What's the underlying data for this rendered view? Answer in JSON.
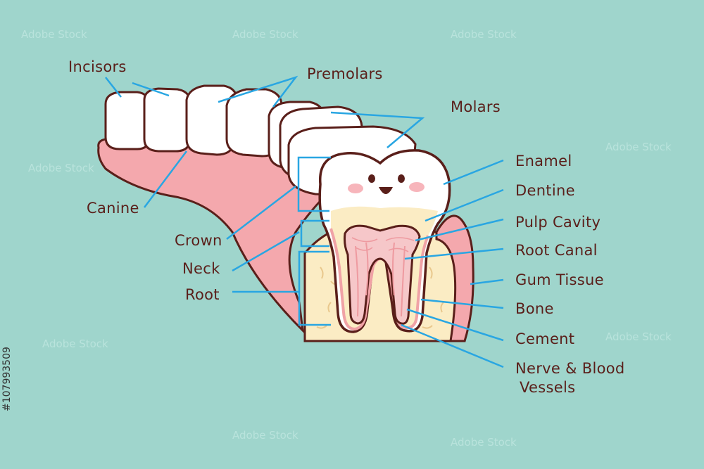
{
  "colors": {
    "background": "#9fd5cc",
    "label_text": "#5a1f1a",
    "leader_line": "#29a6e2",
    "outline": "#5a1f1a",
    "enamel": "#ffffff",
    "gum": "#f4a8ad",
    "dentine_bone": "#fbecc4",
    "pulp": "#f6c7c9"
  },
  "labels": {
    "incisors": "Incisors",
    "premolars": "Premolars",
    "molars": "Molars",
    "canine": "Canine",
    "crown": "Crown",
    "neck": "Neck",
    "root": "Root",
    "enamel": "Enamel",
    "dentine": "Dentine",
    "pulp_cavity": "Pulp Cavity",
    "root_canal": "Root Canal",
    "gum_tissue": "Gum Tissue",
    "bone": "Bone",
    "cement": "Cement",
    "nerve_blood_line1": "Nerve & Blood",
    "nerve_blood_line2": "Vessels"
  },
  "watermark": {
    "repeat_text": "Adobe Stock",
    "side_id": "#107993509"
  }
}
